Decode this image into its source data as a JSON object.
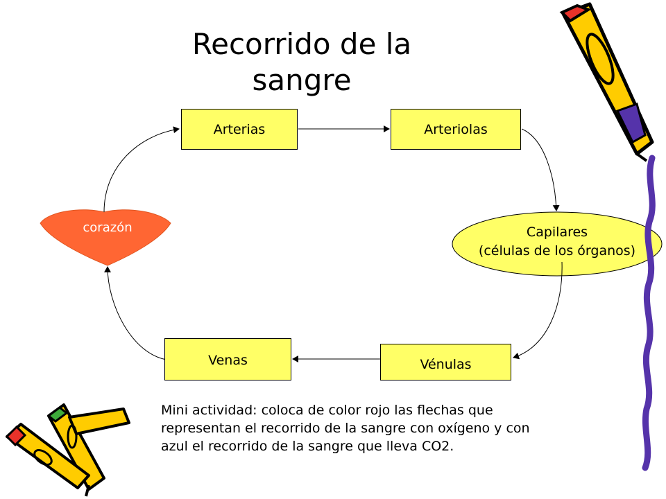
{
  "title": "Recorrido de la sangre",
  "nodes": {
    "arterias": "Arterias",
    "arteriolas": "Arteriolas",
    "capilares_line1": "Capilares",
    "capilares_line2": "(células de los órganos)",
    "venulas": "Vénulas",
    "venas": "Venas",
    "corazon": "corazón"
  },
  "activity": "Mini actividad: coloca de color rojo las flechas que representan el recorrido de la sangre con oxígeno y con azul el recorrido de la sangre que lleva CO2.",
  "colors": {
    "box_fill": "#FFFF66",
    "heart_fill": "#FF6633",
    "pencil_yellow": "#FFCC00",
    "pencil_red": "#E8322A",
    "pencil_green": "#3DAA3A",
    "pencil_purple": "#5533AA"
  }
}
